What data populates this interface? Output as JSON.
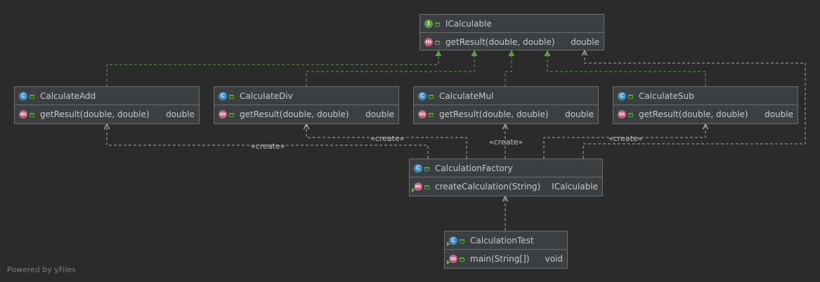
{
  "nodes": {
    "icalculable": {
      "title": "ICalculable",
      "method": "getResult(double, double)",
      "ret": "double"
    },
    "calc_add": {
      "title": "CalculateAdd",
      "method": "getResult(double, double)",
      "ret": "double"
    },
    "calc_div": {
      "title": "CalculateDiv",
      "method": "getResult(double, double)",
      "ret": "double"
    },
    "calc_mul": {
      "title": "CalculateMul",
      "method": "getResult(double, double)",
      "ret": "double"
    },
    "calc_sub": {
      "title": "CalculateSub",
      "method": "getResult(double, double)",
      "ret": "double"
    },
    "factory": {
      "title": "CalculationFactory",
      "method": "createCalculation(String)",
      "ret": "ICalculable"
    },
    "test": {
      "title": "CalculationTest",
      "method": "main(String[])",
      "ret": "void"
    }
  },
  "stereotype": "«create»",
  "watermark": "Powered by yFiles",
  "colors": {
    "background": "#2b2b2b",
    "node_fill": "#3c3f41",
    "node_border": "#6e6e6e",
    "realization_edge": "#5f9e40",
    "dependency_edge": "#a9a9a9",
    "class_badge": "#3c8ec7",
    "interface_badge": "#5f9e40",
    "method_badge": "#c0607a"
  },
  "icons": {
    "class": "class-badge-icon",
    "interface": "interface-badge-icon",
    "method": "method-badge-icon",
    "access": "lock-icon"
  }
}
